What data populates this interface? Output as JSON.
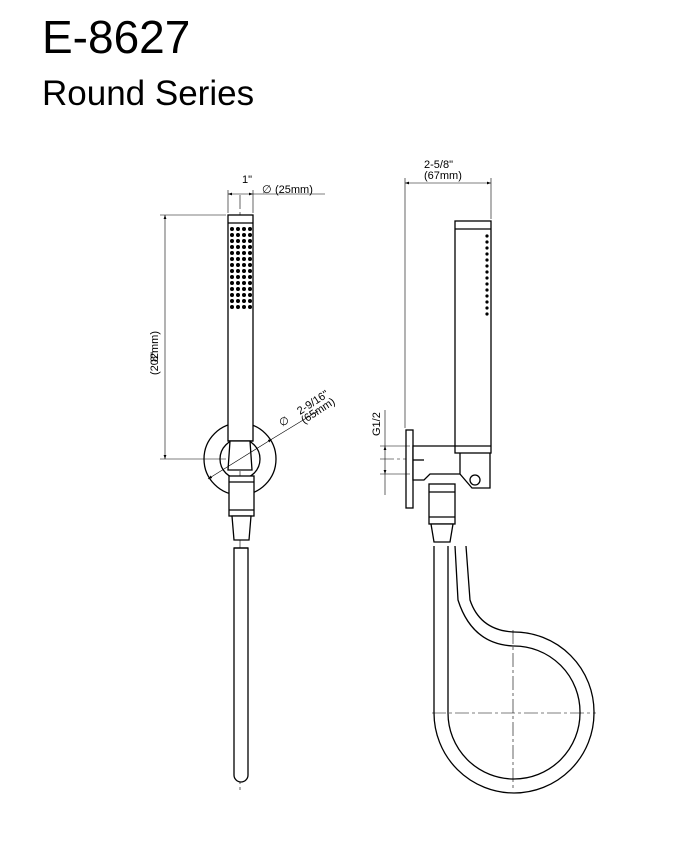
{
  "header": {
    "model_number": "E-8627",
    "series_name": "Round Series"
  },
  "dimensions": {
    "handle_diameter": {
      "imperial": "1\"",
      "metric": "(25mm)",
      "symbol": "∅"
    },
    "handle_length": {
      "imperial": "8\"",
      "metric": "(202mm)"
    },
    "flange_diameter": {
      "imperial": "2-9/16\"",
      "metric": "(65mm)",
      "symbol": "∅"
    },
    "projection": {
      "imperial": "2-5/8\"",
      "metric": "(67mm)"
    },
    "thread": {
      "label": "G1/2"
    }
  }
}
